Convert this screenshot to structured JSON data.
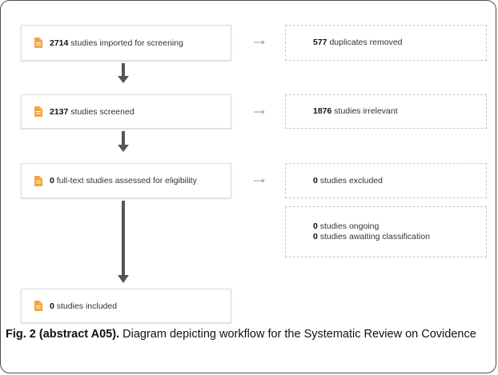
{
  "steps": [
    {
      "num": "2714",
      "text": "studies imported for screening"
    },
    {
      "num": "2137",
      "text": "studies screened"
    },
    {
      "num": "0",
      "text": "full-text studies assessed for eligibility"
    },
    {
      "num": "0",
      "text": "studies included"
    }
  ],
  "outcomes": [
    {
      "num": "577",
      "text": "duplicates removed"
    },
    {
      "num": "1876",
      "text": "studies irrelevant"
    },
    {
      "num": "0",
      "text": "studies excluded"
    }
  ],
  "extra": [
    {
      "num": "0",
      "text": "studies ongoing"
    },
    {
      "num": "0",
      "text": "studies awaiting classification"
    }
  ],
  "caption": {
    "label": "Fig. 2 (abstract A05).",
    "text": " Diagram depicting workflow for the Systematic Review on Covidence"
  },
  "colors": {
    "doc_icon": "#f4a43a",
    "arrow": "#555555",
    "frame": "#4d4d4d"
  }
}
